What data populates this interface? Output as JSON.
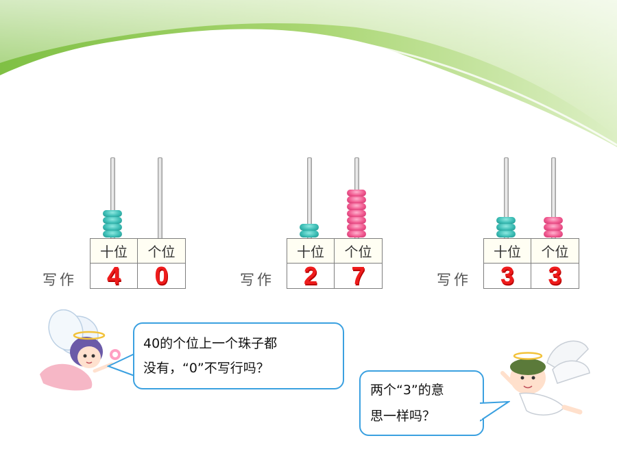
{
  "abaci": [
    {
      "header_tens": "十位",
      "header_ones": "个位",
      "label": "写作",
      "tens_digit": "4",
      "ones_digit": "0",
      "tens_beads": 4,
      "ones_beads": 0
    },
    {
      "header_tens": "十位",
      "header_ones": "个位",
      "label": "写作",
      "tens_digit": "2",
      "ones_digit": "7",
      "tens_beads": 2,
      "ones_beads": 7
    },
    {
      "header_tens": "十位",
      "header_ones": "个位",
      "label": "写作",
      "tens_digit": "3",
      "ones_digit": "3",
      "tens_beads": 3,
      "ones_beads": 3
    }
  ],
  "bubbles": {
    "left": {
      "line1": "40的个位上一个珠子都",
      "line2": "没有，“0”不写行吗？"
    },
    "right": {
      "line1": "两个“3”的意",
      "line2": "思一样吗？"
    }
  },
  "colors": {
    "tens_bead": "#3cbdb5",
    "ones_bead": "#f0588f",
    "digit": "#ee1c1c",
    "bubble_border": "#3aa0e0"
  }
}
